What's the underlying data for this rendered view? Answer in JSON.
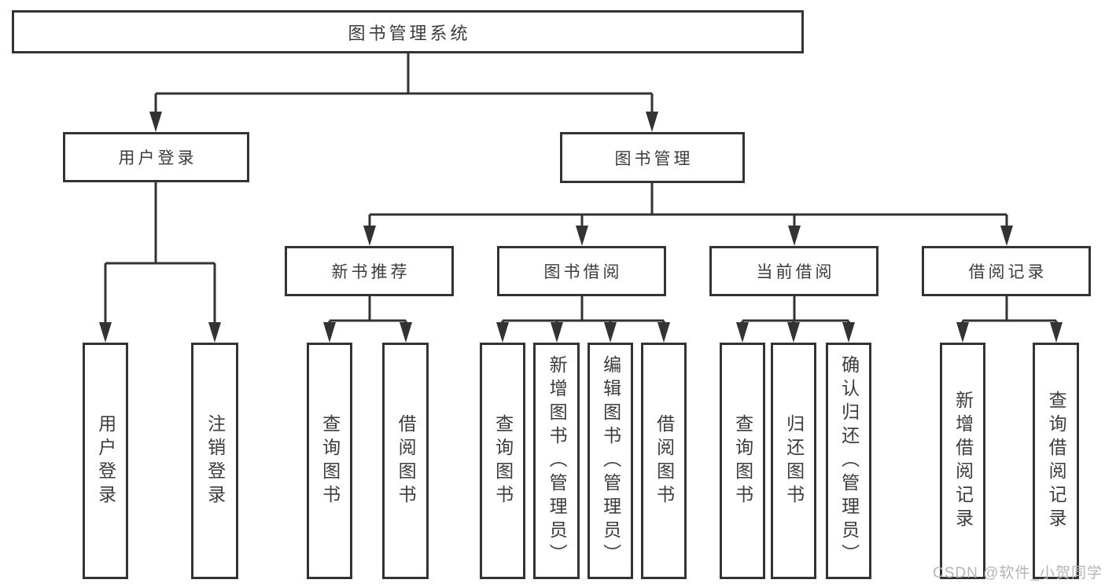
{
  "diagram": {
    "root": {
      "label": "图书管理系统"
    },
    "level1": [
      {
        "id": "user-login",
        "label": "用户登录"
      },
      {
        "id": "book-management",
        "label": "图书管理"
      }
    ],
    "level2": [
      {
        "id": "new-book-recommend",
        "label": "新书推荐"
      },
      {
        "id": "book-borrowing",
        "label": "图书借阅"
      },
      {
        "id": "current-borrowing",
        "label": "当前借阅"
      },
      {
        "id": "borrowing-records",
        "label": "借阅记录"
      }
    ],
    "leaves": [
      {
        "label": "用户登录"
      },
      {
        "label": "注销登录"
      },
      {
        "label": "查询图书"
      },
      {
        "label": "借阅图书"
      },
      {
        "label": "查询图书"
      },
      {
        "label": "新增图书（管理员）"
      },
      {
        "label": "编辑图书（管理员）"
      },
      {
        "label": "借阅图书"
      },
      {
        "label": "查询图书"
      },
      {
        "label": "归还图书"
      },
      {
        "label": "确认归还（管理员）"
      },
      {
        "label": "新增借阅记录"
      },
      {
        "label": "查询借阅记录"
      }
    ],
    "watermark": "CSDN @软件_小贺同学",
    "colors": {
      "line": "#333333",
      "text": "#3c3c3c",
      "box_background": "#ffffff",
      "page_background": "#ffffff",
      "watermark": "#b5b5b5"
    }
  }
}
